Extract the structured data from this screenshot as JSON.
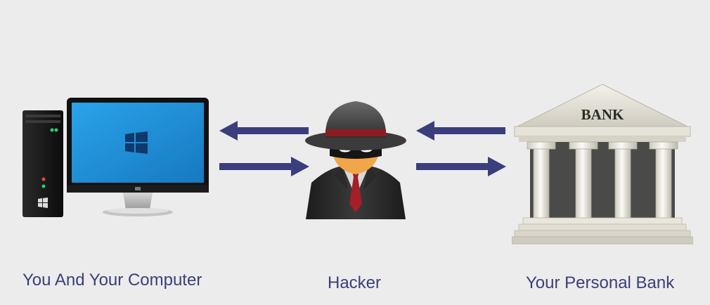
{
  "labels": {
    "computer": "You And Your Computer",
    "hacker": "Hacker",
    "bank": "Your Personal Bank",
    "bank_sign": "BANK"
  },
  "colors": {
    "background": "#ececec",
    "arrow": "#3b3e7c",
    "caption": "#3a3f78",
    "screen": "#1a8fd8"
  },
  "icons": [
    "desktop-computer-icon",
    "windows-logo-icon",
    "hacker-spy-icon",
    "bank-building-icon",
    "arrow-left-icon",
    "arrow-right-icon"
  ]
}
